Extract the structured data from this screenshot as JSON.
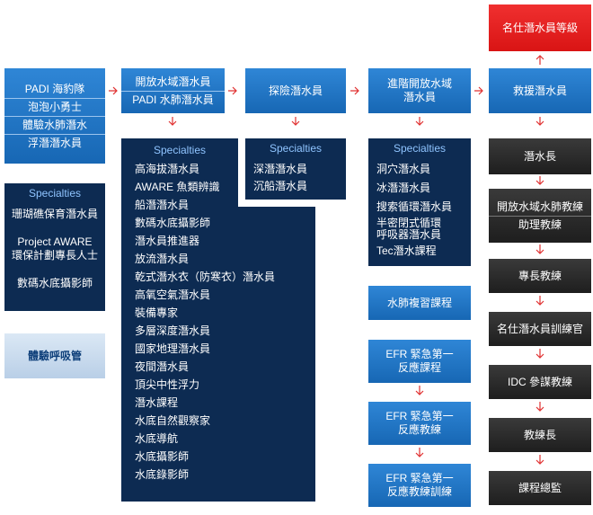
{
  "col1": {
    "main": [
      "PADI 海豹隊",
      "泡泡小勇士",
      "體驗水肺潛水",
      "浮潛潛水員"
    ],
    "specialties_title": "Specialties",
    "specialties": [
      "珊瑚礁保育潛水員",
      "Project AWARE\n環保計劃專長人士",
      "數碼水底攝影師"
    ],
    "snorkel": "體驗呼吸管"
  },
  "col2": {
    "main": [
      "開放水域潛水員",
      "PADI 水肺潛水員"
    ],
    "specialties_title": "Specialties",
    "specialties": [
      "高海拔潛水員",
      "AWARE 魚類辨識",
      "船潛潛水員",
      "數碼水底攝影師",
      "潛水員推進器",
      "放流潛水員",
      "乾式潛水衣（防寒衣）潛水員",
      "高氧空氣潛水員",
      "裝備專家",
      "多層深度潛水員",
      "國家地理潛水員",
      "夜間潛水員",
      "頂尖中性浮力",
      "潛水課程",
      "水底自然觀察家",
      "水底導航",
      "水底攝影師",
      "水底錄影師"
    ]
  },
  "col3": {
    "main": "探險潛水員",
    "specialties_title": "Specialties",
    "specialties": [
      "深潛潛水員",
      "沉船潛水員"
    ]
  },
  "col4": {
    "main": "進階開放水域\n潛水員",
    "specialties_title": "Specialties",
    "specialties": [
      "洞穴潛水員",
      "冰潛潛水員",
      "搜索循環潛水員",
      "半密閉式循環\n呼吸器潛水員",
      "Tec潛水課程"
    ],
    "refresher": "水肺複習課程",
    "efr": [
      "EFR 緊急第一\n反應課程",
      "EFR 緊急第一\n反應教練",
      "EFR 緊急第一\n反應教練訓練"
    ]
  },
  "col5": {
    "top": "名仕潛水員等級",
    "rescue": "救援潛水員",
    "pro": [
      "潛水長",
      "開放水域水肺教練",
      "助理教練",
      "專長教練",
      "名仕潛水員訓練官",
      "IDC 參謀教練",
      "教練長",
      "課程總監"
    ]
  },
  "colors": {
    "blue": "#1f77c9",
    "navy": "#0d2b52",
    "dark": "#262626",
    "red": "#e21b1b",
    "pale": "#c9dcf0",
    "arrow": "#e03030"
  }
}
